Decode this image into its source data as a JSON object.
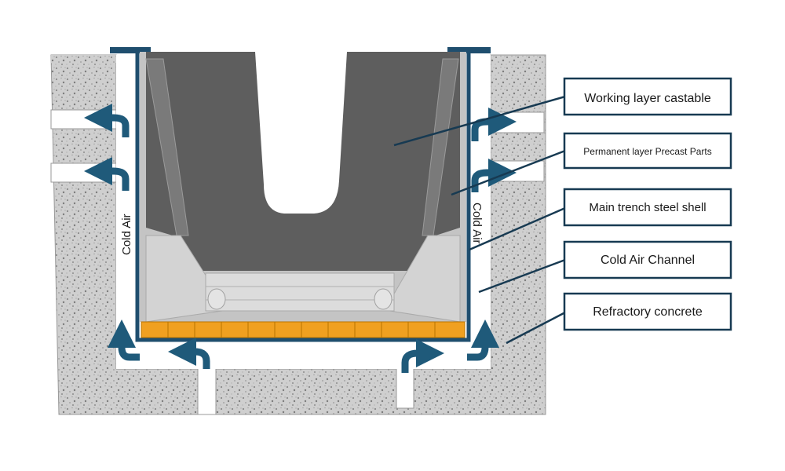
{
  "labels": {
    "working_layer": "Working layer castable",
    "permanent_layer": "Permanent layer Precast Parts",
    "steel_shell": "Main trench steel shell",
    "cold_air_channel": "Cold Air Channel",
    "refractory": "Refractory concrete"
  },
  "cold_air_left": "Cold Air",
  "cold_air_right": "Cold Air",
  "colors": {
    "steel_shell": "#1f4e6e",
    "arrow": "#1f5a7a",
    "working_layer": "#5e5e5e",
    "permanent_layer": "#bdbdbd",
    "brick": "#f0a020",
    "concrete": "#c9c9c9",
    "leader_line": "#173a52"
  }
}
